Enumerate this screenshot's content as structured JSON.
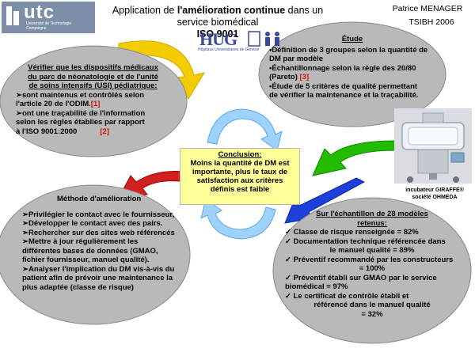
{
  "header": {
    "logo_text": "utc",
    "logo_subtitle": "Université de Technologie Compiègne",
    "title_prefix": "Application de ",
    "title_bold": "l'amélioration continue",
    "title_suffix": " dans un service biomédical",
    "title_line2": "ISO 9001",
    "author": "Patrice MENAGER",
    "course": "TSIBH 2006",
    "hospital_logo_text": "HUG",
    "hospital_subtitle": "Hôpitaux Universitaires de Genève"
  },
  "colors": {
    "bubble_gray": "#b9b9b9",
    "arrow_yellow": "#f3cc00",
    "arrow_green": "#22bb00",
    "arrow_blue": "#1e3fd8",
    "arrow_red": "#d02020",
    "cycle_blue": "#9fd3ff",
    "conclusion_bg": "#ffff99"
  },
  "sections": {
    "verifier": {
      "head_lines": [
        "Vérifier que les dispositifs médicaux",
        "du parc de néonatologie et de l'unité",
        "de soins intensifs (USI)  pédiatrique:"
      ],
      "line_1": "➢sont maintenus et contrôlés selon",
      "line_2": "l'article 20 de l'ODIM.",
      "ref_1": "[1]",
      "line_3": "➢ont une  traçabilité de l'information",
      "line_4": "selon les règles établies par rapport",
      "line_5": "à l'ISO 9001:2000",
      "ref_2": "[2]"
    },
    "etude": {
      "head": "Étude",
      "line_1": "•Définition de 3 groupes selon la quantité de",
      "line_2": "DM par modèle",
      "line_3": "•Échantillonnage selon la règle des 20/80",
      "line_4": "(Pareto) ",
      "ref_3": "[3]",
      "line_5": "•Étude de 5 critères de qualité permettant",
      "line_6": "de vérifier la maintenance et la traçabilité."
    },
    "methode": {
      "head": "Méthode d'amélioration",
      "items": [
        "➢Privilégier le contact avec le fournisseur,",
        "➢Développer le contact avec des pairs.",
        "➢Rechercher sur des sites web référencés",
        "➢Mettre à jour régulièrement les",
        "différentes bases de données (GMAO,",
        "fichier fournisseur, manuel qualité).",
        "➢Analyser l'implication du DM vis-à-vis du",
        "patient afin de prévoir une maintenance la",
        "plus adaptée (classe de risque)"
      ]
    },
    "resultats": {
      "head_1": "Sur  l'échantillon de 28 modèles",
      "head_2": "retenus:",
      "items": [
        "✓ Classe de risque renseignée = 82%",
        "✓ Documentation technique référencée dans",
        "le manuel qualité = 89%",
        "✓ Préventif recommandé par les constructeurs",
        "= 100%",
        "✓ Préventif établi sur GMAO par le service",
        "biomédical = 97%",
        "✓ Le certificat de contrôle établi et",
        "référencé dans le manuel qualité",
        "= 32%"
      ]
    }
  },
  "conclusion": {
    "head": "Conclusion:",
    "lines": [
      "Moins la quantité de DM est",
      "importante, plus le taux de",
      "satisfaction aux critères",
      "définis est faible"
    ]
  },
  "photo": {
    "caption_1": "incubateur GIRAFFE®",
    "caption_2": "société OHMEDA"
  }
}
